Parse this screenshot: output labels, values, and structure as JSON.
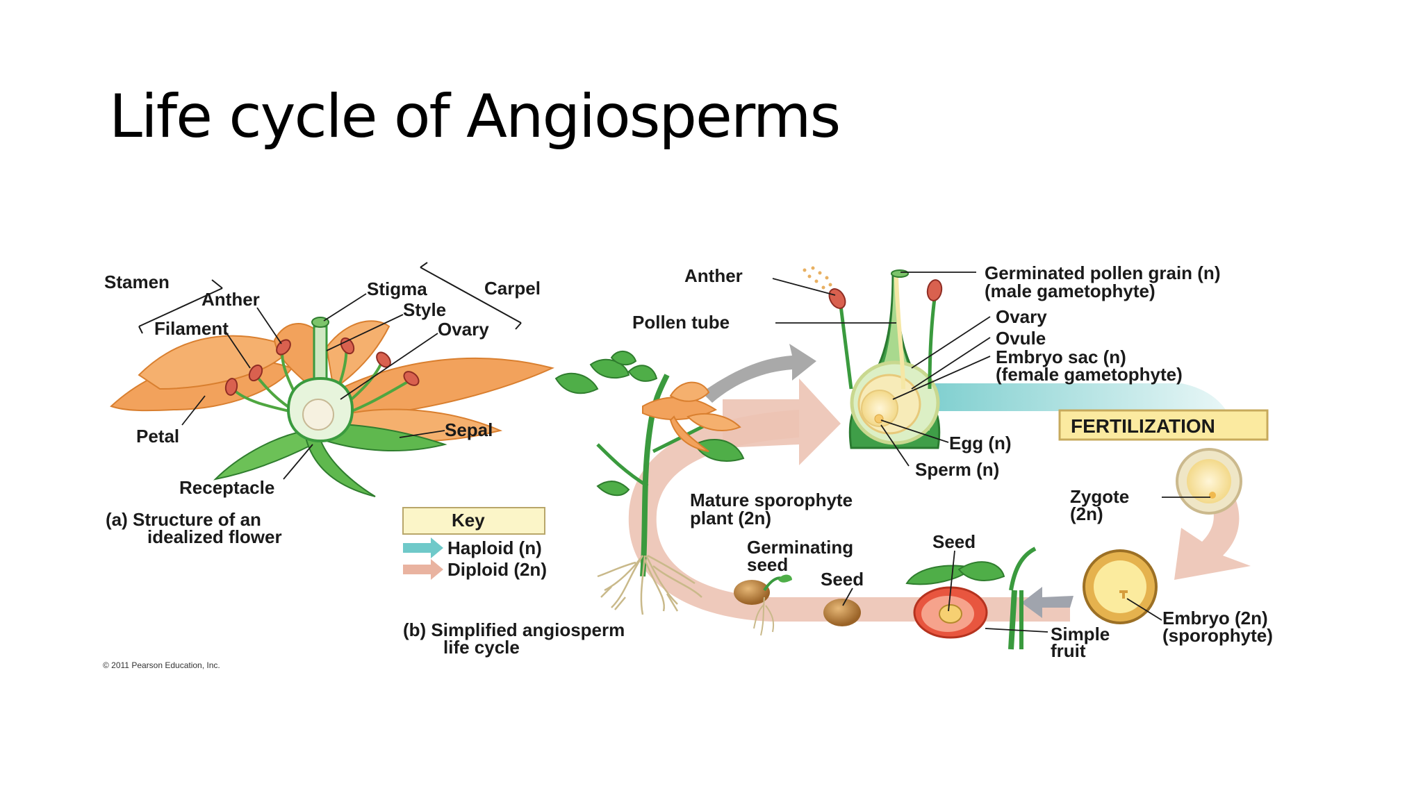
{
  "slide": {
    "title": "Life cycle of Angiosperms"
  },
  "flower": {
    "stamen": "Stamen",
    "anther": "Anther",
    "filament": "Filament",
    "stigma": "Stigma",
    "style": "Style",
    "ovary": "Ovary",
    "carpel": "Carpel",
    "petal": "Petal",
    "sepal": "Sepal",
    "receptacle": "Receptacle",
    "caption_line1": "(a) Structure of an",
    "caption_line2": "idealized flower"
  },
  "key": {
    "title": "Key",
    "haploid": "Haploid (n)",
    "diploid": "Diploid (2n)",
    "haploid_color": "#6fc9c9",
    "diploid_color": "#e9b3a0"
  },
  "cycle": {
    "anther": "Anther",
    "pollen_tube": "Pollen tube",
    "germinated_1": "Germinated pollen grain (n)",
    "germinated_2": "(male gametophyte)",
    "ovary": "Ovary",
    "ovule": "Ovule",
    "embryo_sac_1": "Embryo sac (n)",
    "embryo_sac_2": "(female gametophyte)",
    "egg": "Egg (n)",
    "sperm": "Sperm (n)",
    "fertilization": "FERTILIZATION",
    "zygote_1": "Zygote",
    "zygote_2": "(2n)",
    "mature_1": "Mature sporophyte",
    "mature_2": "plant (2n)",
    "germinating_1": "Germinating",
    "germinating_2": "seed",
    "seed_a": "Seed",
    "seed_b": "Seed",
    "embryo_1": "Embryo (2n)",
    "embryo_2": "(sporophyte)",
    "simple_1": "Simple",
    "simple_2": "fruit",
    "caption_line1": "(b) Simplified angiosperm",
    "caption_line2": "life cycle"
  },
  "copyright": "© 2011 Pearson Education, Inc.",
  "colors": {
    "petal": "#f2a25c",
    "green": "#3a9a3e",
    "fertilization_box": "#fbeaa0"
  }
}
